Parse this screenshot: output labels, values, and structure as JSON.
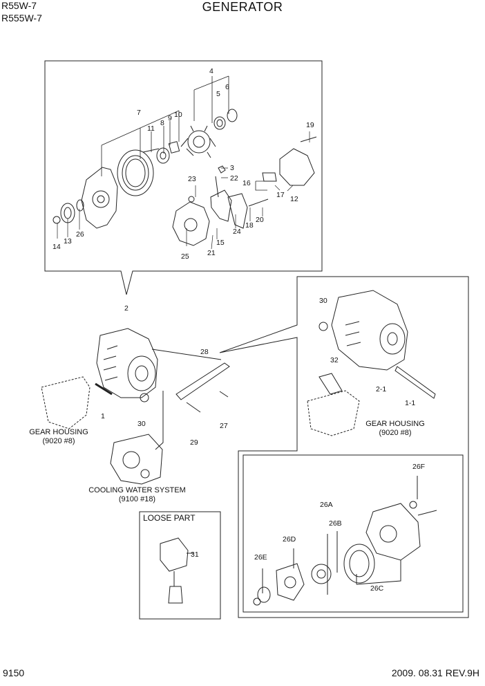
{
  "header": {
    "models": [
      "R55W-7",
      "R555W-7"
    ],
    "title": "GENERATOR"
  },
  "footer": {
    "page": "9150",
    "revision": "2009. 08.31 REV.9H"
  },
  "captions": {
    "gear_housing_left": [
      "GEAR HOUSING",
      "(9020 #8)"
    ],
    "cooling_water": [
      "COOLING WATER SYSTEM",
      "(9100 #18)"
    ],
    "gear_housing_right": [
      "GEAR HOUSING",
      "(9020 #8)"
    ],
    "loose_part": "LOOSE PART"
  },
  "callouts": {
    "c4": "4",
    "c5": "5",
    "c6": "6",
    "c7": "7",
    "c8": "8",
    "c9": "9",
    "c10": "10",
    "c11": "11",
    "c19": "19",
    "c3": "3",
    "c22": "22",
    "c23": "23",
    "c16": "16",
    "c17": "17",
    "c12": "12",
    "c18": "18",
    "c20": "20",
    "c24": "24",
    "c15": "15",
    "c21": "21",
    "c25": "25",
    "c14": "14",
    "c13": "13",
    "c26": "26",
    "c2": "2",
    "c28": "28",
    "c1": "1",
    "c30a": "30",
    "c29": "29",
    "c27": "27",
    "c30b": "30",
    "c32": "32",
    "c2_1": "2-1",
    "c1_1": "1-1",
    "c26F": "26F",
    "c26A": "26A",
    "c26B": "26B",
    "c26D": "26D",
    "c26E": "26E",
    "c26C": "26C",
    "c31": "31"
  }
}
